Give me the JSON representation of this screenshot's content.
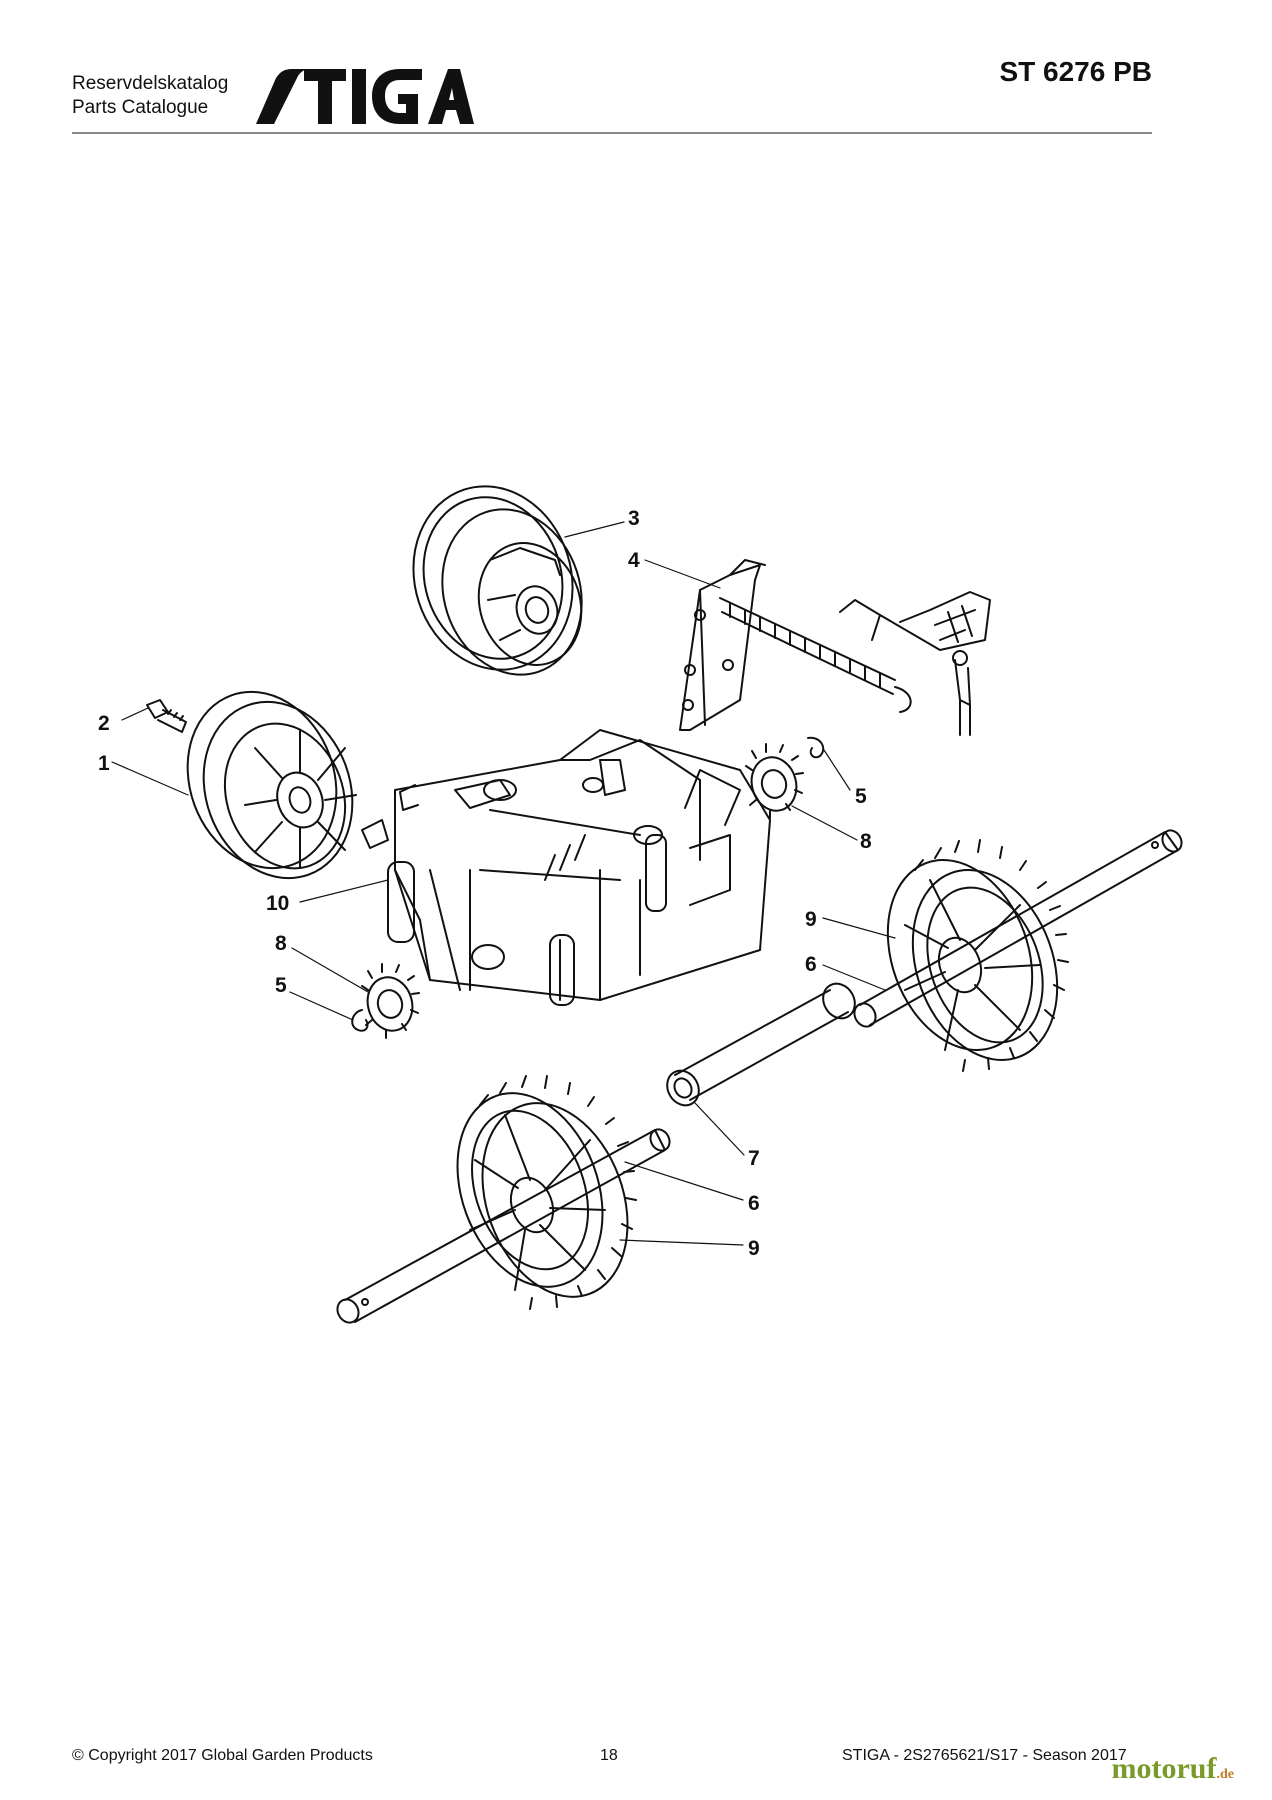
{
  "header": {
    "catalog_sv": "Reservdelskatalog",
    "catalog_en": "Parts Catalogue",
    "brand": "STIGA",
    "model": "ST 6276 PB"
  },
  "callouts": [
    {
      "n": "1"
    },
    {
      "n": "2"
    },
    {
      "n": "3"
    },
    {
      "n": "4"
    },
    {
      "n": "5"
    },
    {
      "n": "5"
    },
    {
      "n": "6"
    },
    {
      "n": "6"
    },
    {
      "n": "7"
    },
    {
      "n": "8"
    },
    {
      "n": "8"
    },
    {
      "n": "9"
    },
    {
      "n": "9"
    },
    {
      "n": "10"
    }
  ],
  "footer": {
    "copyright": "© Copyright 2017 Global Garden Products",
    "page": "18",
    "doc_ref": "STIGA - 2S2765621/S17 - Season 2017"
  },
  "watermark": {
    "main": "motoruf",
    "suffix": ".de"
  },
  "colors": {
    "ink": "#111111",
    "rule": "#888888",
    "watermark": "#7a9a2a"
  }
}
